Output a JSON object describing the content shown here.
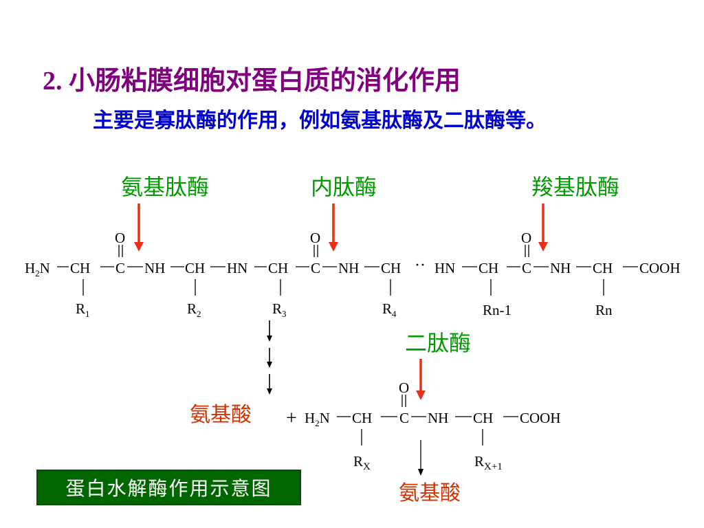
{
  "heading": "2. 小肠粘膜细胞对蛋白质的消化作用",
  "summary": "主要是寡肽酶的作用，例如氨基肽酶及二肽酶等。",
  "enzymes": {
    "aminopeptidase": "氨基肽酶",
    "endopeptidase": "内肽酶",
    "carboxypeptidase": "羧基肽酶",
    "dipeptidase": "二肽酶"
  },
  "products": {
    "amino_acid_left": "氨基酸",
    "amino_acid_bottom": "氨基酸",
    "plus": "+"
  },
  "chain": {
    "amino_terminus": "H2N",
    "carbonyl_o": "O",
    "ch": "CH",
    "c": "C",
    "nh": "NH",
    "hn": "HN",
    "cooh": "COOH",
    "ellipsis": "··",
    "r1": "R1",
    "r2": "R2",
    "r3": "R3",
    "r4": "R4",
    "rn_minus_1": "Rn-1",
    "rn": "Rn"
  },
  "dipeptide": {
    "amino_terminus": "H2N",
    "rx": "RX",
    "rx_plus_1": "RX+1"
  },
  "caption": "蛋白水解酶作用示意图",
  "colors": {
    "title": "#800080",
    "summary": "#0000cc",
    "enzyme_label": "#009900",
    "product_label": "#cc3300",
    "cleavage_arrow": "#e83018",
    "caption_bg": "#006600",
    "structure": "#000000"
  }
}
